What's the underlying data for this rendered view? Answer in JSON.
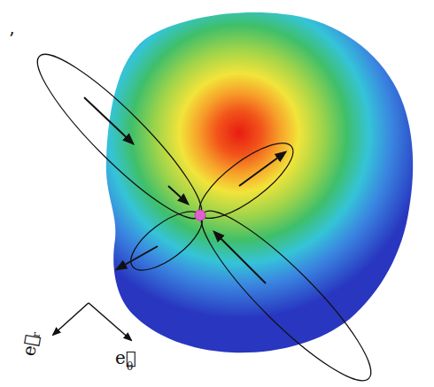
{
  "diagram": {
    "labels": [
      "’",
      "e⃗",
      "r",
      "e⃗",
      "θ"
    ]
  }
}
